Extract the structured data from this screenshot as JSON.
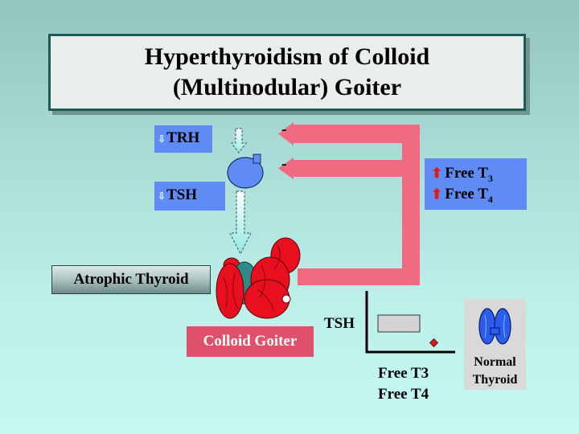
{
  "title": {
    "line1": "Hyperthyroidism of Colloid",
    "line2": "(Multinodular) Goiter"
  },
  "labels": {
    "trh": "TRH",
    "tsh": "TSH",
    "free_t3_prefix": "Free T",
    "free_t3_sub": "3",
    "free_t4_prefix": "Free T",
    "free_t4_sub": "4",
    "atrophic_thyroid": "Atrophic Thyroid",
    "colloid_goiter": "Colloid Goiter",
    "graph_y_axis": "TSH",
    "graph_x_axis_line1": "Free T3",
    "graph_x_axis_line2": "Free T4",
    "normal_thyroid_line1": "Normal",
    "normal_thyroid_line2": "Thyroid",
    "feedback_sign_1": "-",
    "feedback_sign_2": "-"
  },
  "icons": {
    "trh_indicator": "down-arrow-icon",
    "tsh_indicator": "down-arrow-icon",
    "free_t3_indicator": "up-arrow-icon",
    "free_t4_indicator": "up-arrow-icon"
  },
  "colors": {
    "feedback_arrow": "#f06a80",
    "label_blue": "#5f8cf4",
    "goiter_red": "#e8101e",
    "normal_thyroid_blue": "#2a5cf0",
    "title_border": "#1e5a52"
  }
}
